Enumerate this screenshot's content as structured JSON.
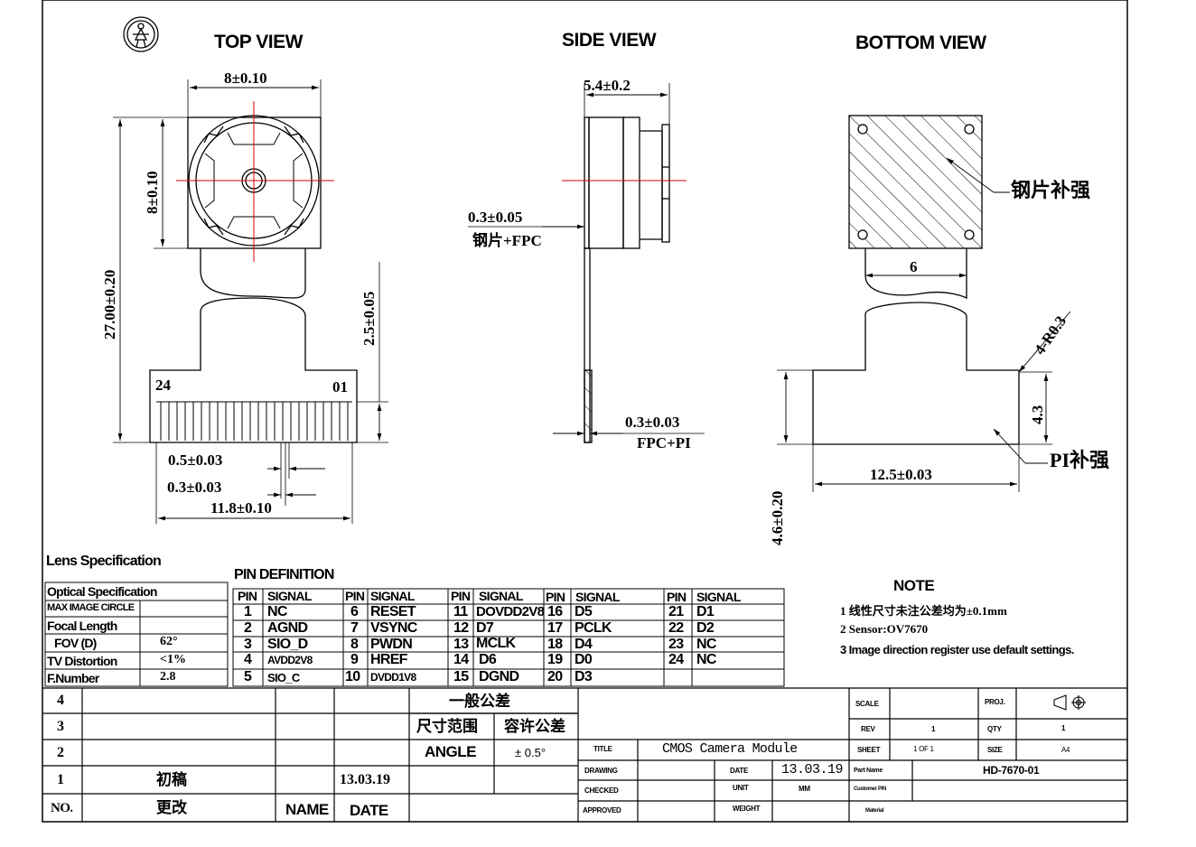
{
  "views": {
    "top": "TOP VIEW",
    "side": "SIDE VIEW",
    "bottom": "BOTTOM VIEW"
  },
  "dims": {
    "top_width": "8±0.10",
    "top_height": "8±0.10",
    "total_length": "27.00±0.20",
    "flex_length": "2.5±0.05",
    "pin_first": "24",
    "pin_last": "01",
    "pitch_a": "0.5±0.03",
    "pitch_b": "0.3±0.03",
    "conn_width": "11.8±0.10",
    "side_width": "5.4±0.2",
    "side_stiff": "0.3±0.05",
    "side_stiff_label": "钢片+FPC",
    "side_fpc": "0.3±0.03",
    "side_fpc_label": "FPC+PI",
    "bottom_stiff_label": "钢片补强",
    "bottom_flex_w": "6",
    "bottom_radius": "4-R0.3",
    "bottom_tab_h": "4.3",
    "bottom_pi_label": "PI补强",
    "bottom_conn_w": "12.5±0.03",
    "bottom_conn_h": "4.6±0.20"
  },
  "lens": {
    "title": "Lens Specification",
    "header": "Optical Specification",
    "rows": [
      {
        "label": "MAX IMAGE CIRCLE",
        "value": ""
      },
      {
        "label": "Focal Length",
        "value": ""
      },
      {
        "label": "FOV (D)",
        "value": "62°"
      },
      {
        "label": "TV Distortion",
        "value": "<1%"
      },
      {
        "label": "F.Number",
        "value": "2.8"
      }
    ]
  },
  "pins": {
    "title": "PIN DEFINITION",
    "head_pin": "PIN",
    "head_signal": "SIGNAL",
    "columns": [
      [
        [
          "1",
          "NC"
        ],
        [
          "2",
          "AGND"
        ],
        [
          "3",
          "SIO_D"
        ],
        [
          "4",
          "AVDD2V8"
        ],
        [
          "5",
          "SIO_C"
        ]
      ],
      [
        [
          "6",
          "RESET"
        ],
        [
          "7",
          "VSYNC"
        ],
        [
          "8",
          "PWDN"
        ],
        [
          "9",
          "HREF"
        ],
        [
          "10",
          "DVDD1V8"
        ]
      ],
      [
        [
          "11",
          "DOVDD2V8"
        ],
        [
          "12",
          "D7"
        ],
        [
          "13",
          "MCLK"
        ],
        [
          "14",
          "D6"
        ],
        [
          "15",
          "DGND"
        ]
      ],
      [
        [
          "16",
          "D5"
        ],
        [
          "17",
          "PCLK"
        ],
        [
          "18",
          "D4"
        ],
        [
          "19",
          "D0"
        ],
        [
          "20",
          "D3"
        ]
      ],
      [
        [
          "21",
          "D1"
        ],
        [
          "22",
          "D2"
        ],
        [
          "23",
          "NC"
        ],
        [
          "24",
          "NC"
        ],
        [
          "",
          ""
        ]
      ]
    ]
  },
  "note": {
    "title": "NOTE",
    "lines": [
      "1 线性尺寸未注公差均为±0.1mm",
      "2 Sensor:OV7670",
      "3 Image direction register use default settings."
    ]
  },
  "revisions": {
    "rows": [
      {
        "no": "4",
        "change": "",
        "name": "",
        "date": ""
      },
      {
        "no": "3",
        "change": "",
        "name": "",
        "date": ""
      },
      {
        "no": "2",
        "change": "",
        "name": "",
        "date": ""
      },
      {
        "no": "1",
        "change": "初稿",
        "name": "",
        "date": "13.03.19"
      }
    ],
    "head_no": "NO.",
    "head_change": "更改",
    "head_name": "NAME",
    "head_date": "DATE"
  },
  "tolerance": {
    "title": "一般公差",
    "range": "尺寸范围",
    "allow": "容许公差",
    "angle": "ANGLE",
    "angle_val": "± 0.5°"
  },
  "titleblock": {
    "title_label": "TITLE",
    "title": "CMOS Camera Module",
    "drawing_label": "DRAWING",
    "checked_label": "CHECKED",
    "approved_label": "APPROVED",
    "date_label": "DATE",
    "date": "13.03.19",
    "unit_label": "UNIT",
    "unit": "MM",
    "weight_label": "WEIGHT",
    "scale_label": "SCALE",
    "rev_label": "REV",
    "rev": "1",
    "sheet_label": "SHEET",
    "sheet": "1 OF 1",
    "partname_label": "Part Name",
    "partname": "HD-7670-01",
    "custpn_label": "Customer P/N",
    "material_label": "Material",
    "proj_label": "PROJ.",
    "qty_label": "QTY",
    "qty": "1",
    "size_label": "SIZE",
    "size": "A4"
  }
}
